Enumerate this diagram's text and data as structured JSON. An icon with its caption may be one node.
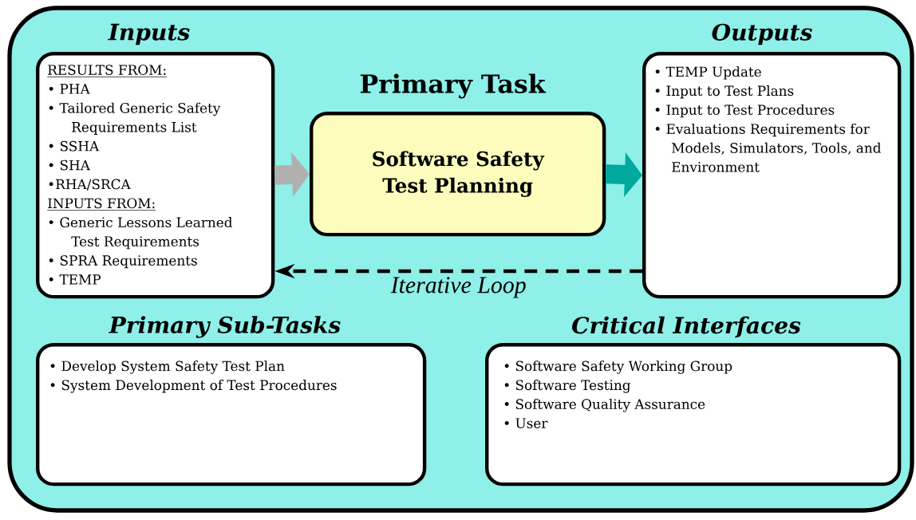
{
  "diagram": {
    "nodes": [
      {
        "text": [
          "Inputs",
          "RESULTS FROM:",
          "• PHA",
          "• Tailored Generic Safety Requirements List",
          "• SSHA",
          "• SHA",
          "•RHA/SRCA",
          "INPUTS FROM:",
          "• Generic Lessons Learned Test Requirements",
          "• SPRA Requirements",
          "• TEMP"
        ]
      },
      {
        "text": [
          "Primary Task",
          "Software Safety Test Planning"
        ]
      },
      {
        "text": [
          "Outputs",
          "• TEMP Update",
          "• Input to Test Plans",
          "• Input to Test Procedures",
          "• Evaluations Requirements for Models, Simulators, Tools, and Environment"
        ]
      },
      {
        "text": [
          "Primary Sub-Tasks",
          "• Develop System Safety Test Plan",
          "• System Development of Test Procedures"
        ]
      },
      {
        "text": [
          "Critical Interfaces",
          "•  Software Safety Working Group",
          "•  Software Testing",
          "•  Software Quality Assurance",
          "•  User"
        ]
      }
    ],
    "edges": [
      {
        "from": 0,
        "to": 1,
        "arrow": "to",
        "color": "#b0b0b0"
      },
      {
        "from": 1,
        "to": 2,
        "arrow": "to",
        "color": "#00a99d"
      },
      {
        "from": 2,
        "to": 0,
        "arrow": "to",
        "style": "dashed",
        "color": "#000000",
        "label": "Iterative Loop"
      }
    ]
  }
}
